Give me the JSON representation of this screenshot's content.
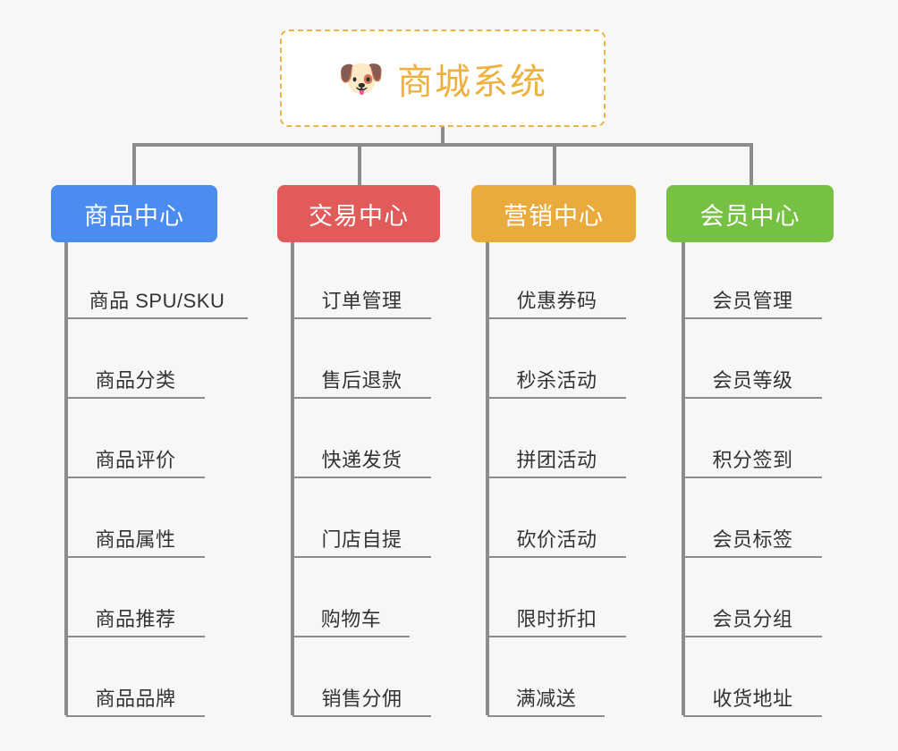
{
  "diagram": {
    "type": "org-chart",
    "background_color": "#f7f7f7",
    "connector_color": "#8c8c8c",
    "root": {
      "icon": "dog-face-emoji",
      "icon_glyph": "🐶",
      "title": "商城系统",
      "text_color": "#eeb13f",
      "border_color": "#eab54a",
      "border_style": "dashed",
      "fill_color": "#ffffff"
    },
    "categories": [
      {
        "label": "商品中心",
        "color": "#4a8cf0",
        "items": [
          "商品 SPU/SKU",
          "商品分类",
          "商品评价",
          "商品属性",
          "商品推荐",
          "商品品牌"
        ]
      },
      {
        "label": "交易中心",
        "color": "#e15b5b",
        "items": [
          "订单管理",
          "售后退款",
          "快递发货",
          "门店自提",
          "购物车",
          "销售分佣"
        ]
      },
      {
        "label": "营销中心",
        "color": "#eaab3e",
        "items": [
          "优惠券码",
          "秒杀活动",
          "拼团活动",
          "砍价活动",
          "限时折扣",
          "满减送"
        ]
      },
      {
        "label": "会员中心",
        "color": "#76c044",
        "items": [
          "会员管理",
          "会员等级",
          "积分签到",
          "会员标签",
          "会员分组",
          "收货地址"
        ]
      }
    ]
  }
}
